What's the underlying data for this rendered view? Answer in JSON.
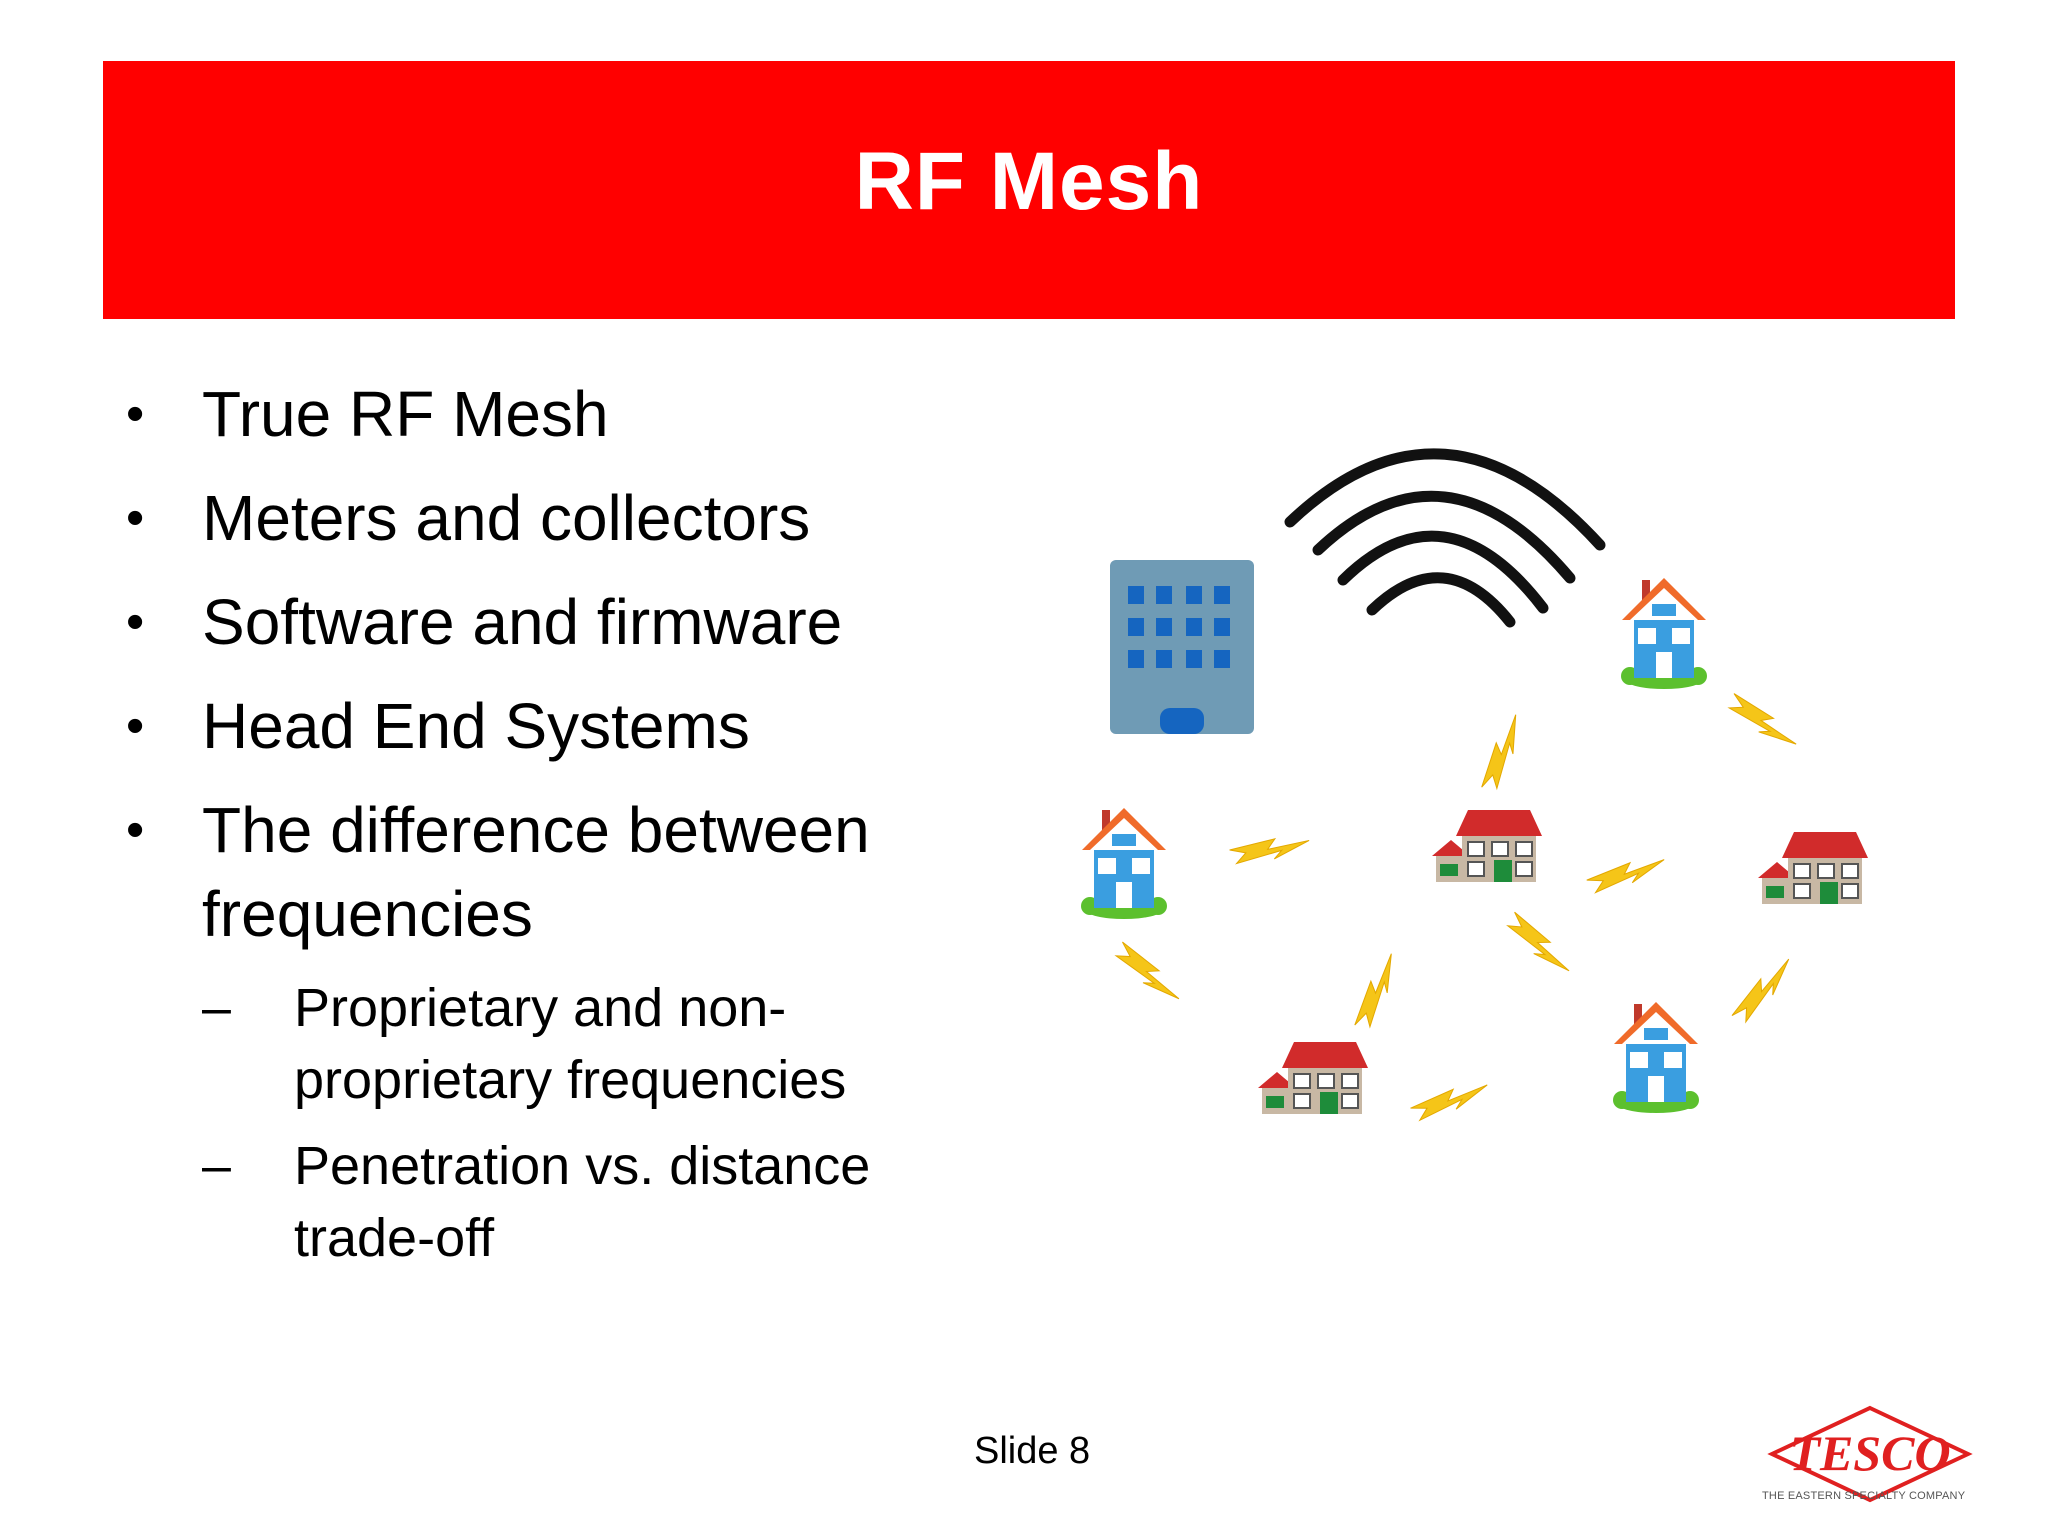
{
  "slide": {
    "title": "RF Mesh",
    "bullets": [
      "True RF Mesh",
      "Meters and collectors",
      "Software and firmware",
      "Head End Systems",
      "The difference between frequencies"
    ],
    "sub_bullets": [
      "Proprietary and non-proprietary frequencies",
      "Penetration vs. distance trade-off"
    ],
    "bullet_marker": "•",
    "sub_marker": "–",
    "slide_number": "Slide 8"
  },
  "logo": {
    "text": "TESCO",
    "tagline": "THE EASTERN SPECIALTY COMPANY"
  },
  "colors": {
    "title_bar": "#ff0000",
    "lightning": "#f5c518",
    "building": "#6f9bb5",
    "house_blue": "#3a9ee0",
    "house_red_roof": "#d12b2b"
  }
}
